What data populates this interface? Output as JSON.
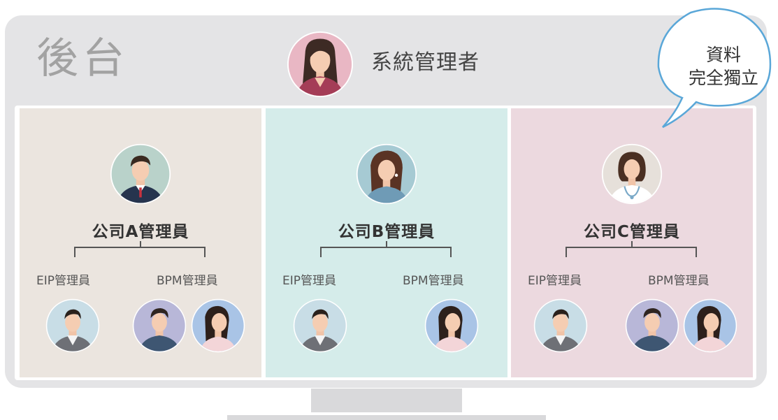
{
  "backend_label": "後台",
  "system_admin": {
    "label": "系統管理者",
    "avatar_icon": "woman-admin-avatar"
  },
  "speech_bubble": {
    "line1": "資料",
    "line2": "完全獨立"
  },
  "companies": [
    {
      "manager_label": "公司A管理員",
      "eip_label": "EIP管理員",
      "bpm_label": "BPM管理員"
    },
    {
      "manager_label": "公司B管理員",
      "eip_label": "EIP管理員",
      "bpm_label": "BPM管理員"
    },
    {
      "manager_label": "公司C管理員",
      "eip_label": "EIP管理員",
      "bpm_label": "BPM管理員"
    }
  ],
  "colors": {
    "panel_a": "#ebe5df",
    "panel_b": "#d5ecea",
    "panel_c": "#ecd9df",
    "bubble_border": "#5aa7d8"
  }
}
